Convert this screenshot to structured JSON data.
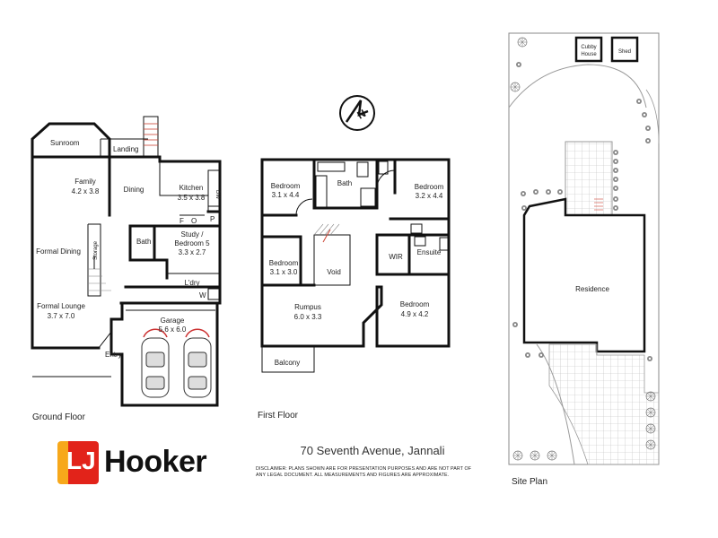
{
  "address": "70 Seventh Avenue, Jannali",
  "disclaimer": "DISCLAIMER:  PLANS SHOWN ARE FOR PRESENTATION PURPOSES AND ARE NOT PART OF ANY LEGAL DOCUMENT. ALL MEASUREMENTS AND FIGURES ARE APPROXIMATE.",
  "logo": {
    "lj": "LJ",
    "name": "Hooker",
    "colors": [
      "#f7a81b",
      "#e2231a",
      "#c8102e"
    ]
  },
  "compass_icon": "north-arrow-icon",
  "ground_floor": {
    "title": "Ground Floor",
    "sunroom": "Sunroom",
    "landing": "Landing",
    "family": "Family",
    "family_dim": "4.2 x 3.8",
    "dining": "Dining",
    "kitchen": "Kitchen",
    "kitchen_dim": "3.5 x 3.8",
    "dw": "DW",
    "f": "F",
    "o": "O",
    "p": "P",
    "formal_dining": "Formal Dining",
    "storage": "Storage",
    "bath": "Bath",
    "study": "Study /",
    "study2": "Bedroom 5",
    "study_dim": "3.3 x 2.7",
    "laundry": "L'dry",
    "w": "W",
    "formal_lounge": "Formal Lounge",
    "formal_lounge_dim": "3.7 x 7.0",
    "garage": "Garage",
    "garage_dim": "5.6 x 6.0",
    "entry": "Entry"
  },
  "first_floor": {
    "title": "First Floor",
    "bedroom_a": "Bedroom",
    "bedroom_a_dim": "3.1 x 4.4",
    "bath": "Bath",
    "bedroom_b": "Bedroom",
    "bedroom_b_dim": "3.2 x 4.4",
    "bedroom_c": "Bedroom",
    "bedroom_c_dim": "3.1 x 3.0",
    "void": "Void",
    "wir": "WIR",
    "ensuite": "Ensuite",
    "rumpus": "Rumpus",
    "rumpus_dim": "6.0 x 3.3",
    "bedroom_d": "Bedroom",
    "bedroom_d_dim": "4.9 x 4.2",
    "balcony": "Balcony"
  },
  "site_plan": {
    "title": "Site Plan",
    "cubby": "Cubby",
    "cubby2": "House",
    "shed": "Shed",
    "residence": "Residence"
  }
}
